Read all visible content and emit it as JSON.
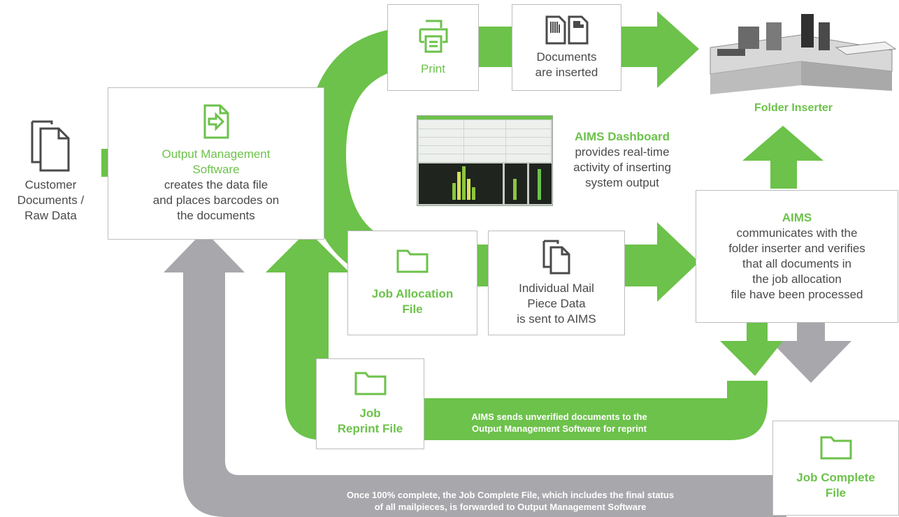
{
  "colors": {
    "green": "#6cc24a",
    "gray": "#a8a8ac",
    "text": "#4a4a4a",
    "border": "#bdbdbd"
  },
  "customer": {
    "line1": "Customer",
    "line2": "Documents /",
    "line3": "Raw Data",
    "icon": "documents-icon"
  },
  "oms": {
    "title1": "Output Management",
    "title2": "Software",
    "desc1": "creates the data file",
    "desc2": "and places barcodes on",
    "desc3": "the documents",
    "icon": "document-arrow-icon"
  },
  "print": {
    "label": "Print",
    "icon": "printer-icon"
  },
  "inserted": {
    "line1": "Documents",
    "line2": "are inserted",
    "icon": "barcode-documents-icon"
  },
  "folder_inserter": {
    "label": "Folder Inserter"
  },
  "dashboard": {
    "title": "AIMS Dashboard",
    "line1": "provides real-time",
    "line2": "activity of inserting",
    "line3": "system output"
  },
  "aims": {
    "title": "AIMS",
    "line1": "communicates with the",
    "line2": "folder inserter and verifies",
    "line3": "that all documents in",
    "line4": "the job allocation",
    "line5": "file have been processed"
  },
  "job_allocation": {
    "line1": "Job Allocation",
    "line2": "File",
    "icon": "folder-icon"
  },
  "mail_piece": {
    "line1": "Individual Mail",
    "line2": "Piece Data",
    "line3": "is sent to AIMS",
    "icon": "documents-icon"
  },
  "reprint": {
    "line1": "Job",
    "line2": "Reprint File",
    "icon": "folder-icon"
  },
  "reprint_banner": {
    "line1": "AIMS sends unverified documents to the",
    "line2": "Output Management Software for reprint"
  },
  "complete": {
    "line1": "Job Complete",
    "line2": "File",
    "icon": "folder-icon"
  },
  "complete_banner": {
    "line1": "Once 100% complete, the Job Complete File, which includes the final status",
    "line2": "of all mailpieces, is forwarded to Output Management Software"
  }
}
